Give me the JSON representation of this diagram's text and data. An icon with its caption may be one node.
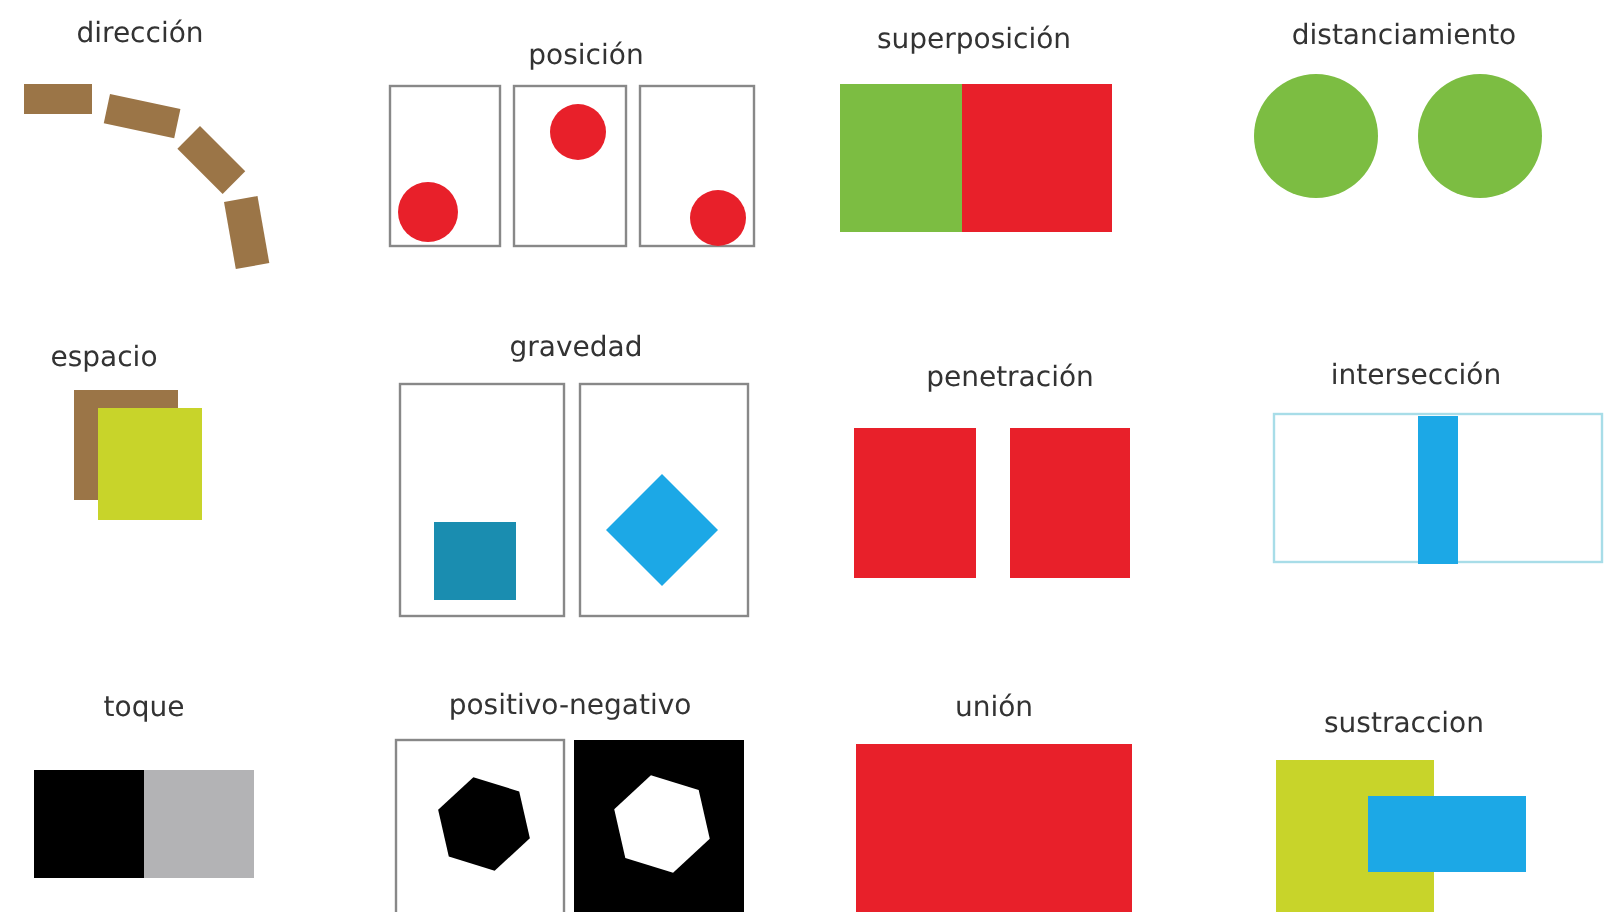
{
  "diagram": {
    "labels": [
      "dirección",
      "posición",
      "superposición",
      "distanciamiento",
      "espacio",
      "gravedad",
      "penetración",
      "intersección",
      "toque",
      "positivo-negativo",
      "unión",
      "sustraccion"
    ]
  }
}
